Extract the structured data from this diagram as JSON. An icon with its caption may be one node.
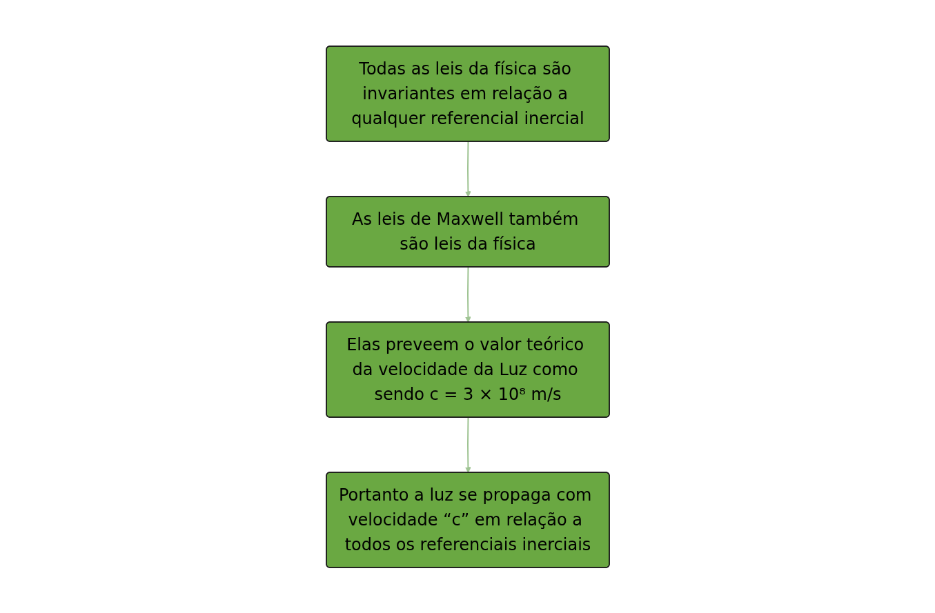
{
  "diagram": {
    "nodes": [
      {
        "text": [
          "Todas as leis da física são invariantes em relação a qualquer referencial inercial"
        ]
      },
      {
        "text": [
          "As leis de Maxwell também são leis da física"
        ]
      },
      {
        "text": [
          "Elas preveem o valor teórico da velocidade da Luz como sendo c = 3 × 10⁸ m/s"
        ]
      },
      {
        "text": [
          "Portanto a luz se propaga com velocidade “c” em relação a todos os referenciais inerciais"
        ]
      }
    ],
    "edges": [
      {
        "from": 0,
        "to": 1,
        "arrow": "to"
      },
      {
        "from": 1,
        "to": 2,
        "arrow": "to"
      },
      {
        "from": 2,
        "to": 3,
        "arrow": "to"
      }
    ]
  }
}
